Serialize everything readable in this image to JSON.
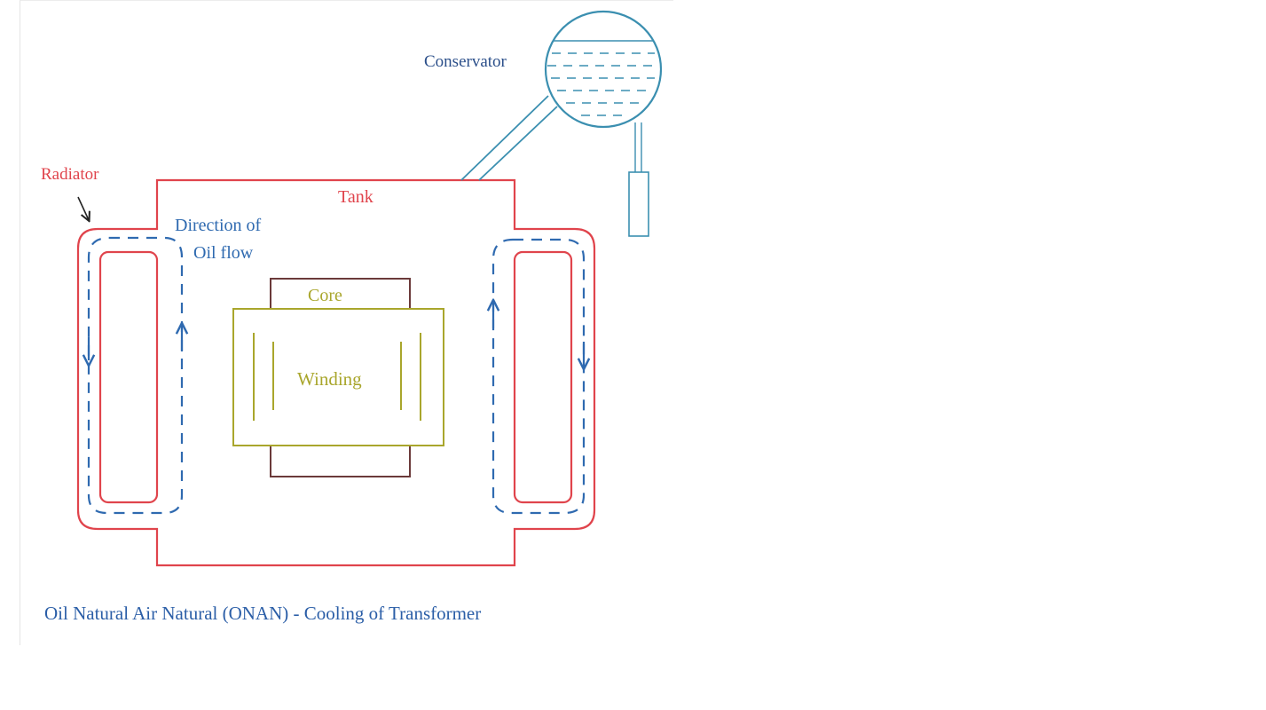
{
  "diagram": {
    "labels": {
      "conservator": "Conservator",
      "radiator": "Radiator",
      "tank": "Tank",
      "direction_line1": "Direction of",
      "direction_line2": "Oil flow",
      "core": "Core",
      "winding": "Winding",
      "caption": "Oil Natural Air Natural (ONAN) - Cooling of Transformer"
    },
    "colors": {
      "tank_radiator": "#e0444c",
      "oil_flow": "#2f6ab0",
      "conservator": "#3b8fb0",
      "conservator_label": "#2b4f8a",
      "core": "#6b3a3a",
      "winding": "#a9a62c",
      "caption": "#2b5ea7",
      "leader_arrow": "#222222"
    }
  }
}
